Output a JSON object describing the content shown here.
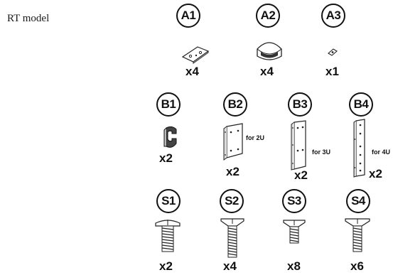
{
  "model_label": "RT model",
  "groups": {
    "A": [
      {
        "id": "A1",
        "qty": "x4",
        "icon": "mounting-plate-icon"
      },
      {
        "id": "A2",
        "qty": "x4",
        "icon": "foot-pad-icon"
      },
      {
        "id": "A3",
        "qty": "x1",
        "icon": "small-clip-icon"
      }
    ],
    "B": [
      {
        "id": "B1",
        "qty": "x2",
        "icon": "hook-bracket-icon",
        "note": ""
      },
      {
        "id": "B2",
        "qty": "x2",
        "icon": "rack-bracket-2u-icon",
        "note": "for 2U"
      },
      {
        "id": "B3",
        "qty": "x2",
        "icon": "rack-bracket-3u-icon",
        "note": "for 3U"
      },
      {
        "id": "B4",
        "qty": "x2",
        "icon": "rack-bracket-4u-icon",
        "note": "for 4U"
      }
    ],
    "S": [
      {
        "id": "S1",
        "qty": "x2",
        "icon": "pan-head-screw-icon"
      },
      {
        "id": "S2",
        "qty": "x4",
        "icon": "long-flat-head-screw-icon"
      },
      {
        "id": "S3",
        "qty": "x8",
        "icon": "short-flat-head-screw-icon"
      },
      {
        "id": "S4",
        "qty": "x6",
        "icon": "flat-head-screw-icon"
      }
    ]
  }
}
